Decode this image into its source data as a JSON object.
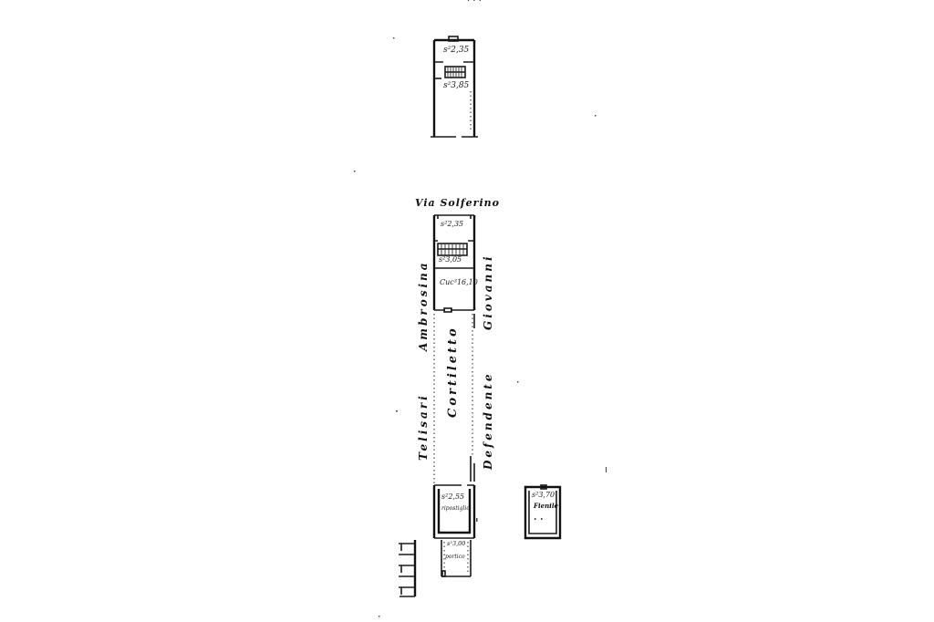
{
  "labels": {
    "top_header": "·  ·  ·",
    "street": "Via Solferino",
    "left_neighbour_1": "Ambrosina",
    "left_neighbour_2": "Telisari",
    "right_neighbour_1": "Giovanni",
    "right_neighbour_2": "Defendente",
    "courtyard": "Cortiletto",
    "upper_floor_room_1": "s²2,35",
    "upper_floor_room_2": "s²3,85",
    "ground_room_1": "s²2,35",
    "ground_room_2": "s²3,05",
    "ground_room_3": "Cuc³16,10",
    "rear_room_1": "s²2,55",
    "rear_room_1_use": "ripostiglio",
    "rear_room_2": "s²3,00",
    "rear_room_2_use": "portico",
    "detached_room": "s²3,70",
    "detached_room_use": "Fienile"
  },
  "colors": {
    "ink": "#1a1a1a",
    "paper": "#ffffff"
  }
}
